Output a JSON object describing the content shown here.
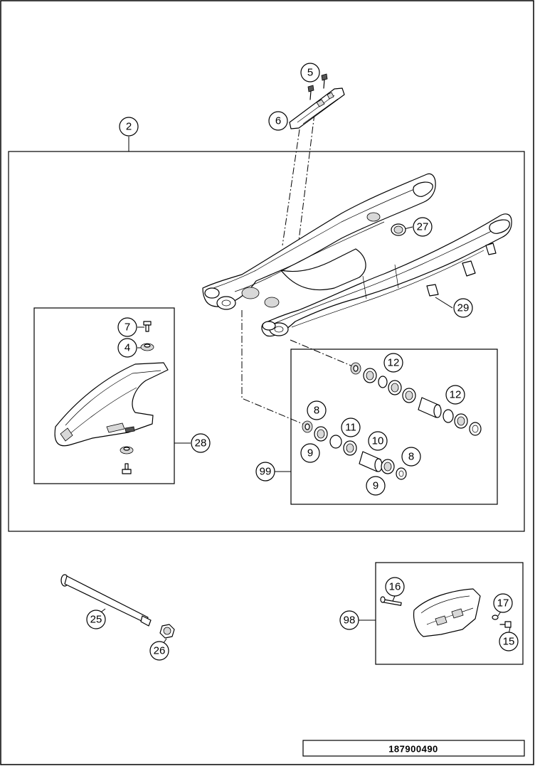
{
  "figure_number": "187900490",
  "callouts": {
    "c2": "2",
    "c4": "4",
    "c5": "5",
    "c6": "6",
    "c7": "7",
    "c8a": "8",
    "c8b": "8",
    "c9a": "9",
    "c9b": "9",
    "c10": "10",
    "c11": "11",
    "c12a": "12",
    "c12b": "12",
    "c15": "15",
    "c16": "16",
    "c17": "17",
    "c25": "25",
    "c26": "26",
    "c27": "27",
    "c28": "28",
    "c29": "29",
    "c98": "98",
    "c99": "99"
  }
}
